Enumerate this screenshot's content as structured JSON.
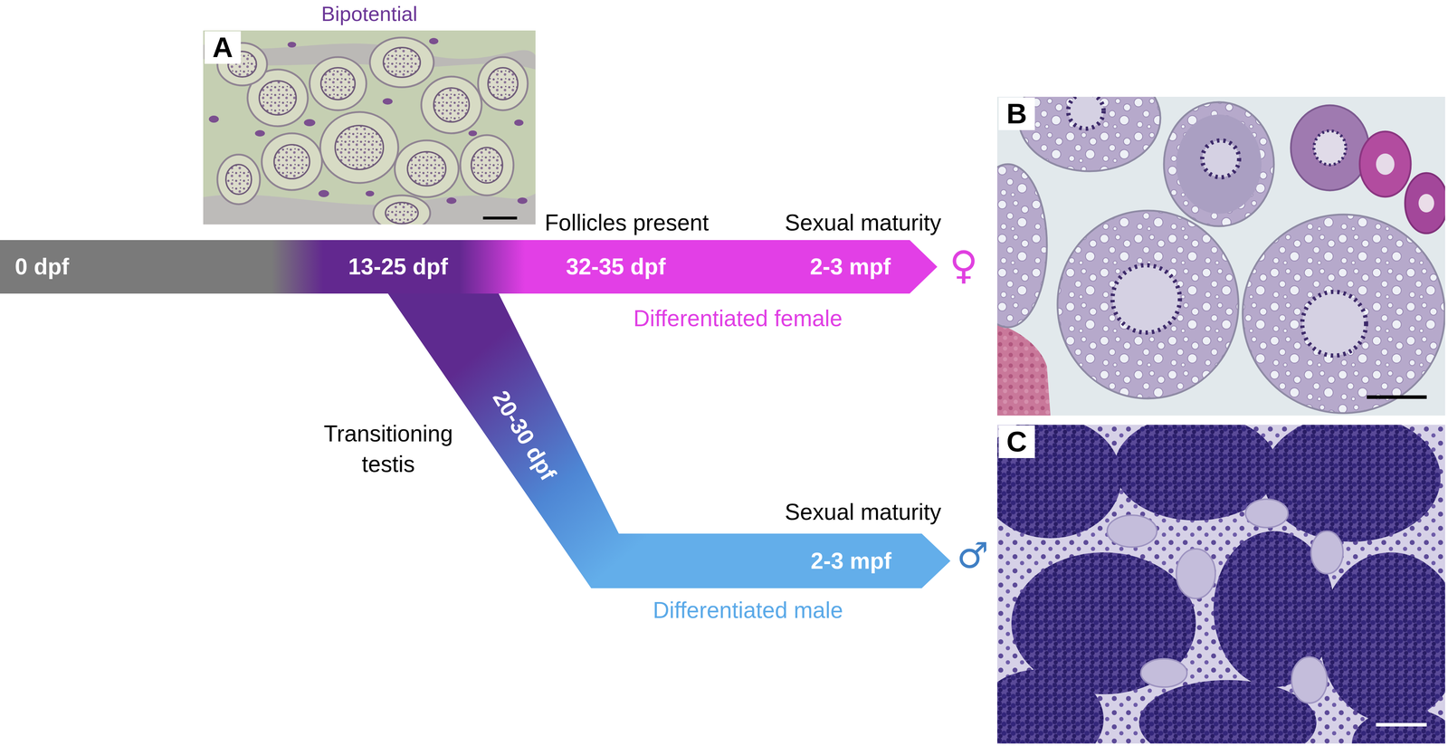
{
  "diagram": {
    "nodes": [
      {
        "text": [
          "Bipotential",
          "A"
        ]
      },
      {
        "text": [
          "0 dpf",
          "13-25 dpf",
          "32-35 dpf",
          "2-3 mpf"
        ]
      },
      {
        "text": [
          "20-30 dpf",
          "2-3 mpf"
        ]
      },
      {
        "text": [
          "B"
        ]
      },
      {
        "text": [
          "C"
        ]
      }
    ],
    "labels": [
      "Follicles present",
      "Sexual maturity",
      "Differentiated female",
      "♀",
      "Transitioning testis",
      "Sexual maturity",
      "Differentiated male",
      "♂"
    ]
  }
}
